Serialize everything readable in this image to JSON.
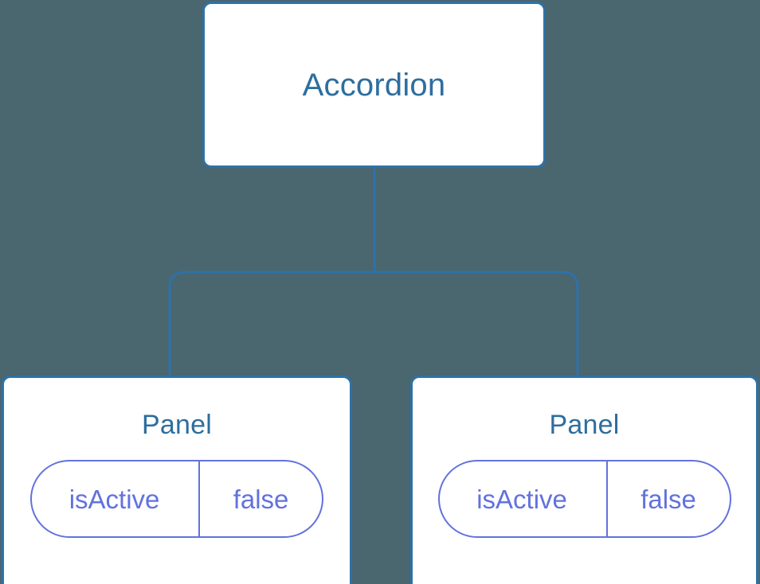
{
  "diagram": {
    "type": "component-tree",
    "background_color": "#4a666f",
    "node_border_color": "#2d72a8",
    "node_text_color": "#2d6e9e",
    "pill_color": "#6272dd",
    "connector_color": "#2d72a8",
    "root": {
      "label": "Accordion"
    },
    "children": [
      {
        "label": "Panel",
        "state": {
          "key": "isActive",
          "value": "false"
        }
      },
      {
        "label": "Panel",
        "state": {
          "key": "isActive",
          "value": "false"
        }
      }
    ]
  }
}
